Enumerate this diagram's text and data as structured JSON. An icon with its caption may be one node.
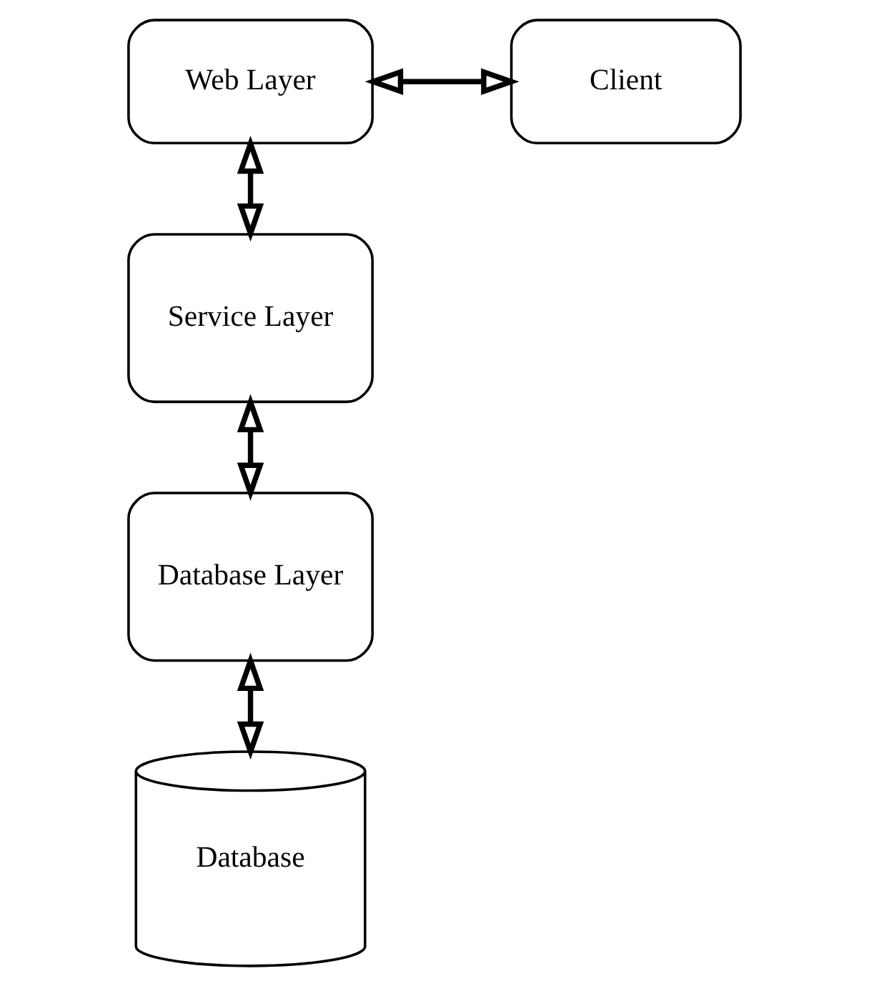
{
  "diagram": {
    "nodes": [
      {
        "text": [
          "Web Layer"
        ]
      },
      {
        "text": [
          "Client"
        ]
      },
      {
        "text": [
          "Service Layer"
        ]
      },
      {
        "text": [
          "Database Layer"
        ]
      },
      {
        "text": [
          "Database"
        ]
      }
    ],
    "edges": [
      {
        "from": 0,
        "to": 1,
        "arrow": "both"
      },
      {
        "from": 0,
        "to": 2,
        "arrow": "both"
      },
      {
        "from": 2,
        "to": 3,
        "arrow": "both"
      },
      {
        "from": 3,
        "to": 4,
        "arrow": "both"
      }
    ]
  }
}
